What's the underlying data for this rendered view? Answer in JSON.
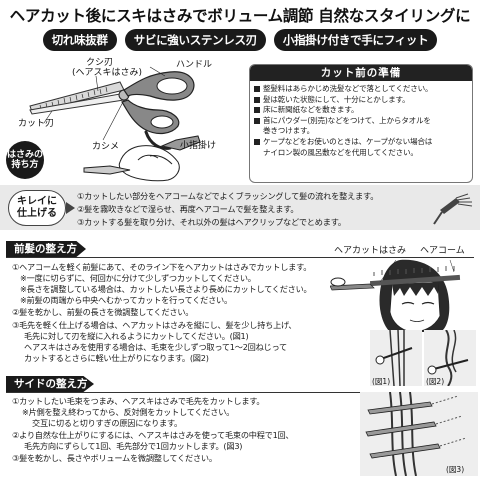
{
  "headline": "ヘアカット後にスキはさみでボリューム調節 自然なスタイリングに",
  "features": [
    "切れ味抜群",
    "サビに強いステンレス刃",
    "小指掛け付きで手にフィット"
  ],
  "diagram": {
    "parts": {
      "kushiba": "クシ刃",
      "kushiba_note": "(ヘアスキはさみ)",
      "handle": "ハンドル",
      "cut_blade": "カット刃",
      "kashime": "カシメ",
      "finger_rest": "小指掛け"
    },
    "holding_badge": [
      "はさみの",
      "持ち方"
    ]
  },
  "prep": {
    "title": "カット前の準備",
    "items": [
      "整髪料はあらかじめ洗髪などで落としてください。",
      "髪は乾いた状態にして、十分にとかします。",
      "床に新聞紙などを敷きます。",
      "首にパウダー(別売)などをつけて、上からタオルを",
      "巻きつけます。",
      "ケープなどをお使いのときは、ケープがない場合は",
      "ナイロン製の風呂敷などを代用してください。"
    ],
    "bullets": [
      true,
      true,
      true,
      true,
      false,
      true,
      false
    ]
  },
  "kirei": {
    "badge": [
      "キレイに",
      "仕上げる"
    ],
    "lines": [
      "①カットしたい部分をヘアコームなどでよくブラッシングして髪の流れを整えます。",
      "②髪を霧吹きなどで湿らせ、再度ヘアコームで髪を整えます。",
      "③カットする髪を取り分け、それ以外の髪はヘアクリップなどでとめます。"
    ]
  },
  "maegami": {
    "title": "前髪の整え方",
    "steps": [
      "①ヘアコームを軽く前髪にあて、そのライン下をヘアカットはさみでカットします。",
      "※一度に切らずに、何回かに分けて少しずつカットしてください。",
      "※長さを調整している場合は、カットしたい長さより長めにカットしてください。",
      "※前髪の両端から中央へむかってカットを行ってください。",
      "②髪を乾かし、前髪の長さを微調整してください。",
      "③毛先を軽く仕上げる場合は、ヘアカットはさみを縦にし、髪を少し持ち上げ、",
      "毛先に対して刃を縦に入れるようにカットしてください。(図1)",
      "ヘアスキはさみを使用する場合は、毛束を少しずつ取って1〜2回ねじって",
      "カットするとさらに軽い仕上がりになります。(図2)"
    ],
    "annot_scissors": "ヘアカットはさみ",
    "annot_comb": "ヘアコーム",
    "fig1": "(図1)",
    "fig2": "(図2)"
  },
  "side": {
    "title": "サイドの整え方",
    "steps": [
      "①カットしたい毛束をつまみ、ヘアスキはさみで毛先をカットします。",
      "※片側を整え終わってから、反対側をカットしてください。",
      "交互に切ると切りすぎの原因になります。",
      "②より自然な仕上がりにするには、ヘアスキはさみを使って毛束の中程で1回、",
      "毛先方向にずらして1回、毛先部分で1回カットします。(図3)",
      "③髪を乾かし、長さやボリュームを微調整してください。"
    ],
    "fig3": "(図3)"
  }
}
